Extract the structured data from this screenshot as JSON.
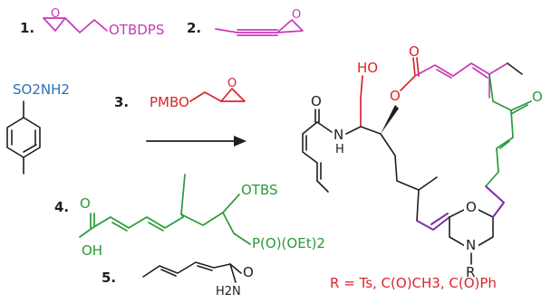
{
  "reactants": [
    {
      "number": "1.",
      "group": "OTBDPS",
      "color": "#c839b8"
    },
    {
      "number": "2.",
      "color": "#c839b8"
    },
    {
      "number": "3.",
      "group": "PMBO",
      "color": "#d8262a"
    },
    {
      "number": "4.",
      "groups": [
        "OTBS",
        "P(O)(OEt)2",
        "O",
        "OH"
      ],
      "color": "#2a9a3a"
    },
    {
      "number": "5.",
      "groups": [
        "O",
        "H2N"
      ],
      "color": "#1f1f1f"
    }
  ],
  "sulfonamide": {
    "group": "SO2NH2"
  },
  "product": {
    "labels": {
      "carbonyl_left": "O",
      "hydroxyl": "HO",
      "amide_n": "N",
      "amide_h": "H",
      "ester_o": "O",
      "ester_co": "O",
      "ketone_o": "O",
      "ring_o": "O",
      "ring_n": "N",
      "r_group": "R"
    }
  },
  "r_definition": "R = Ts, C(O)CH3, C(O)Ph"
}
